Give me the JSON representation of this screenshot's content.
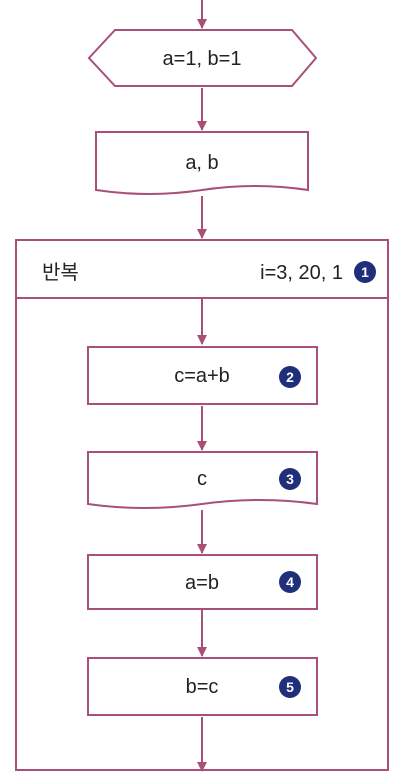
{
  "colors": {
    "stroke": "#a8507a",
    "badge": "#1f2f7a",
    "text": "#222222",
    "background": "#ffffff"
  },
  "flow": {
    "init": "a=1, b=1",
    "output_ab": "a, b",
    "loop": {
      "label": "반복",
      "range": "i=3, 20, 1",
      "badge": "1"
    },
    "step_calc": {
      "text": "c=a+b",
      "badge": "2"
    },
    "step_output_c": {
      "text": "c",
      "badge": "3"
    },
    "step_assign_a": {
      "text": "a=b",
      "badge": "4"
    },
    "step_assign_b": {
      "text": "b=c",
      "badge": "5"
    }
  }
}
